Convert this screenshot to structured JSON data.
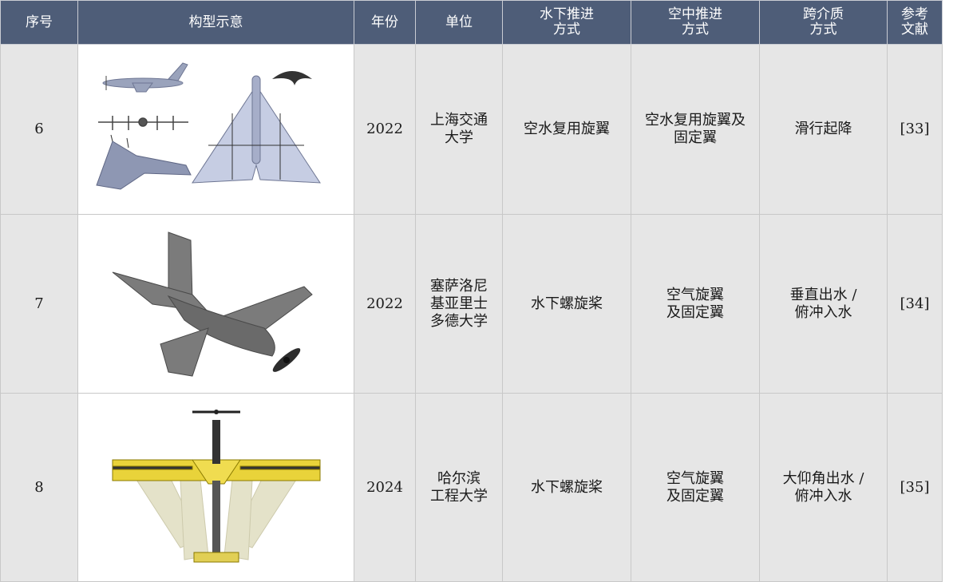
{
  "headers": [
    "序号",
    "构型示意",
    "年份",
    "单位",
    "水下推进\n方式",
    "空中推进\n方式",
    "跨介质\n方式",
    "参考\n文献"
  ],
  "rows": [
    {
      "no": "6",
      "figure_icon": "multi-view-flying-wing-drone-icon",
      "year": "2022",
      "unit": "上海交通\n大学",
      "underwater": "空水复用旋翼",
      "air": "空水复用旋翼及\n固定翼",
      "transition": "滑行起降",
      "ref": "[33]"
    },
    {
      "no": "7",
      "figure_icon": "gray-swept-wing-aircraft-icon",
      "year": "2022",
      "unit": "塞萨洛尼\n基亚里士\n多德大学",
      "underwater": "水下螺旋桨",
      "air": "空气旋翼\n及固定翼",
      "transition": "垂直出水 /\n俯冲入水",
      "ref": "[34]"
    },
    {
      "no": "8",
      "figure_icon": "yellow-morphing-wing-aircraft-icon",
      "year": "2024",
      "unit": "哈尔滨\n工程大学",
      "underwater": "水下螺旋桨",
      "air": "空气旋翼\n及固定翼",
      "transition": "大仰角出水 /\n俯冲入水",
      "ref": "[35]"
    }
  ],
  "colors": {
    "header_bg": "#4e5d78",
    "cell_bg": "#e6e6e6"
  }
}
